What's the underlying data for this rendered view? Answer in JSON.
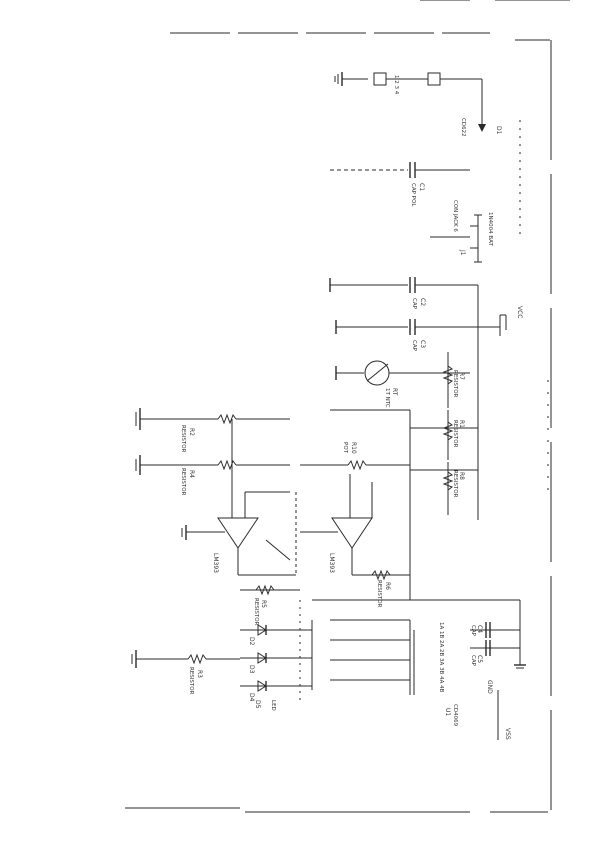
{
  "labels": {
    "d1": "D1",
    "d1_part": "CD622",
    "c1": "C1",
    "c1_part": "CAP POL",
    "j1_pins": "1 2 3 4",
    "j1_name": "J1",
    "j1_sub": "1N4004 BAT",
    "jack_label": "CON JACK 6",
    "c2": "C2",
    "c2_part": "CAP",
    "c3": "C3",
    "c3_part": "CAP",
    "vcc": "VCC",
    "r7": "R7",
    "r7_part": "RESISTOR",
    "rt1": "RT",
    "rt1_part": "1T NTC",
    "r1": "R1",
    "r1_part": "RESISTOR",
    "r2": "R2",
    "r2_part": "RESISTOR",
    "r8": "R8",
    "r8_part": "RESISTOR",
    "r4": "R4",
    "r4_part": "RESISTOR",
    "r10": "R10",
    "r10_part": "POT",
    "r3": "R3",
    "r3_part": "RESISTOR",
    "r5": "R5",
    "r5_part": "RESISTOR",
    "r6": "R6",
    "r6_part": "RESISTOR",
    "u1a": "LM393",
    "u1b": "LM393",
    "u1": "U1",
    "u1_part": "CD4069",
    "u1_pins": "1A 1B 2A 2B 3A 3B 4A 4B",
    "c4": "C4",
    "c4_part": "CAP",
    "c5": "C5",
    "c5_part": "CAP",
    "gnd": "GND",
    "vss": "VSS",
    "d2": "D2",
    "d3": "D3",
    "d4": "D4",
    "d5": "D5",
    "led_part": "LED"
  }
}
